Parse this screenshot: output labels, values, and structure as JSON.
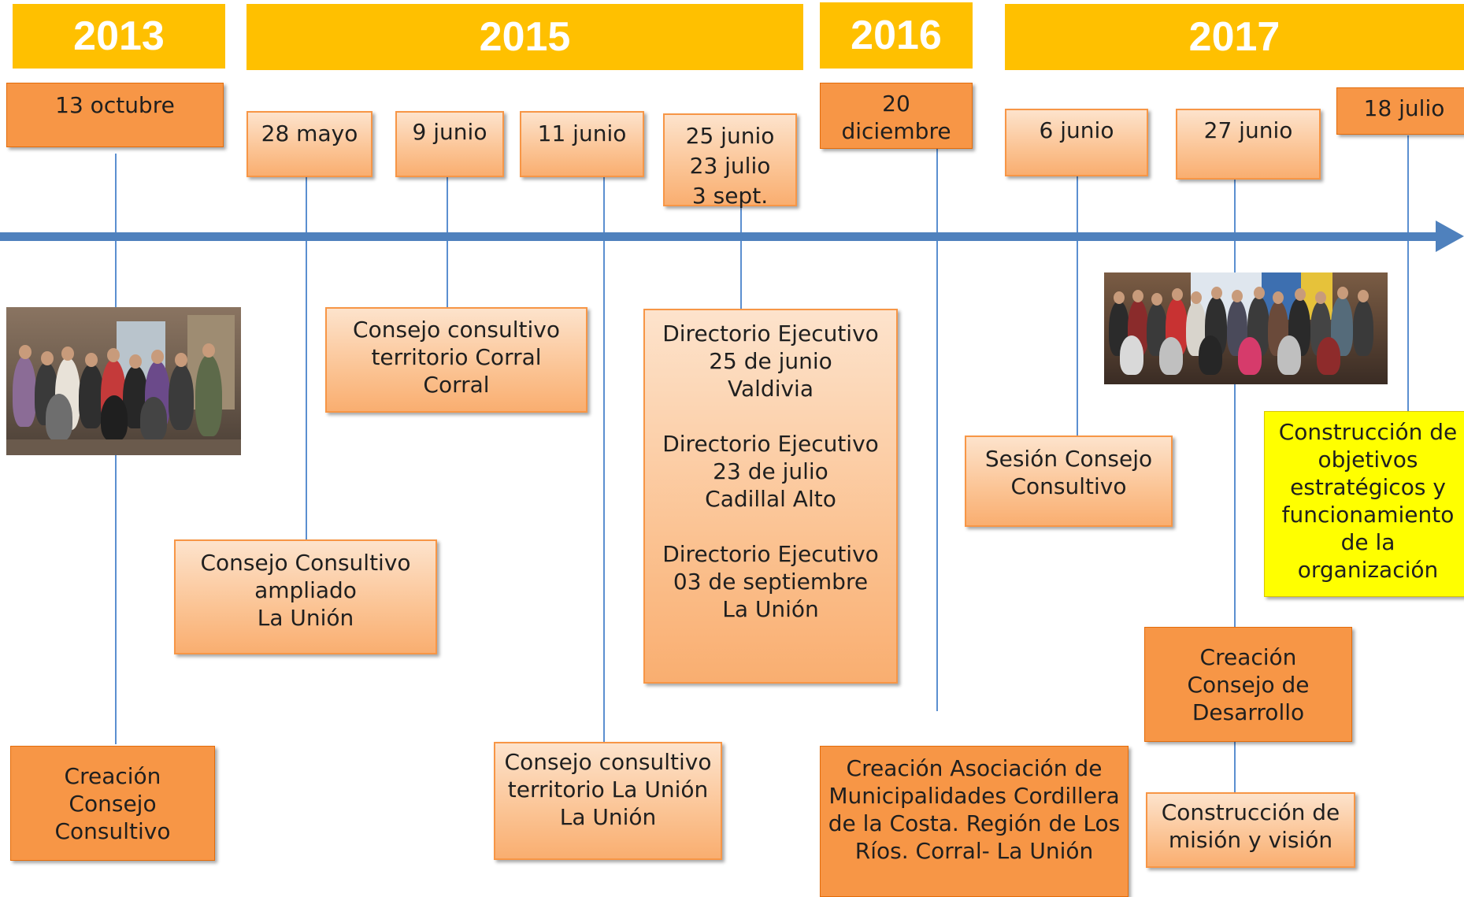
{
  "years": [
    "2013",
    "2015",
    "2016",
    "2017"
  ],
  "dates": {
    "d1": "13 octubre",
    "d2": "28 mayo",
    "d3": "9 junio",
    "d4": "11 junio",
    "d5": "25 junio\n23 julio\n3 sept.",
    "d6": "20\ndiciembre",
    "d7": "6 junio",
    "d8": "27 junio",
    "d9": "18 julio"
  },
  "events": {
    "e1": "Creación\nConsejo\nConsultivo",
    "e2": "Consejo Consultivo\nampliado\nLa Unión",
    "e3": "Consejo consultivo\nterritorio Corral\nCorral",
    "e4": "Consejo consultivo\nterritorio La Unión\nLa Unión",
    "e5": "Directorio Ejecutivo\n25 de junio\nValdivia\n\nDirectorio Ejecutivo\n23 de julio\nCadillal Alto\n\nDirectorio Ejecutivo\n03 de septiembre\nLa Unión",
    "e6": "Creación Asociación de\nMunicipalidades Cordillera\nde la Costa. Región de Los\nRíos. Corral- La Unión",
    "e7": "Sesión Consejo\nConsultivo",
    "e8": "Creación\nConsejo de\nDesarrollo",
    "e9": "Construcción de\nmisión y visión",
    "e10": "Construcción de\nobjetivos\nestratégicos  y\nfuncionamiento\nde la\norganización"
  },
  "colors": {
    "year_bar": "#ffc000",
    "dark_box": "#f79646",
    "light_box": "#fbc393",
    "highlight_box": "#ffff00",
    "axis": "#4f81bd",
    "connector": "#5b8fd0"
  }
}
